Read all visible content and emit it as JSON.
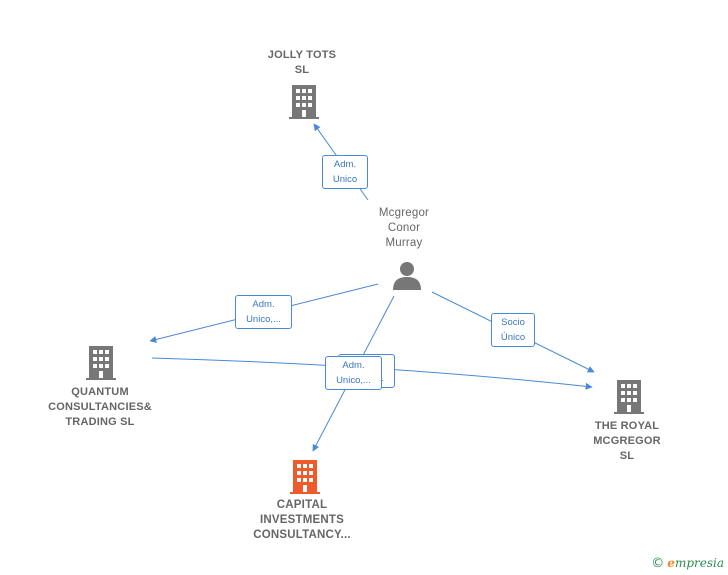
{
  "colors": {
    "edge": "#4a89d6",
    "building": "#777777",
    "building_main": "#f05a2a",
    "person": "#777777"
  },
  "nodes": {
    "jolly_tots": {
      "lines": [
        "JOLLY TOTS",
        "SL"
      ],
      "icon": "building-icon"
    },
    "person": {
      "lines": [
        "Mcgregor",
        "Conor",
        "Murray"
      ],
      "icon": "person-icon"
    },
    "quantum": {
      "lines": [
        "QUANTUM",
        "CONSULTANCIES&",
        "TRADING  SL"
      ],
      "icon": "building-icon"
    },
    "royal": {
      "lines": [
        "THE ROYAL",
        "MCGREGOR",
        "SL"
      ],
      "icon": "building-icon"
    },
    "capital": {
      "lines": [
        "CAPITAL",
        "INVESTMENTS",
        "CONSULTANCY..."
      ],
      "icon": "building-icon"
    }
  },
  "edges": {
    "to_jolly": {
      "lines": [
        "Adm.",
        "Unico"
      ]
    },
    "to_quantum": {
      "lines": [
        "Adm.",
        "Unico,..."
      ]
    },
    "to_royal": {
      "lines": [
        "Socio",
        "Único"
      ]
    },
    "quantum_royal": {
      "lines": [
        "Adm.",
        "Unico,..."
      ]
    },
    "to_capital": {
      "lines": [
        "Adm.",
        "Unico,..."
      ]
    }
  },
  "footer": {
    "copyright": "©",
    "brand_initial": "e",
    "brand_rest": "mpresia"
  }
}
